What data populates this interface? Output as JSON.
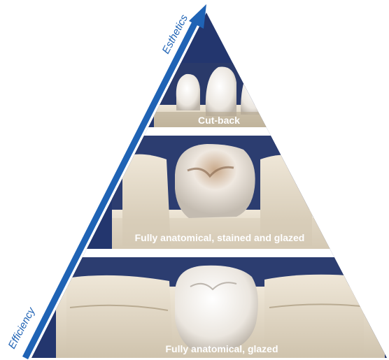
{
  "colors": {
    "background": "#ffffff",
    "pyramid_navy": "#23366e",
    "arrow_blue": "#1f63b5",
    "label_text": "#ffffff",
    "model_cream": "#e6dccb",
    "crown_white": "#f3efe9"
  },
  "axis": {
    "top_label": "Esthetics",
    "bottom_label": "Efficiency"
  },
  "tiers": [
    {
      "label": "Cut-back"
    },
    {
      "label": "Fully anatomical, stained and glazed"
    },
    {
      "label": "Fully anatomical, glazed"
    }
  ],
  "icons": [
    "arrow-up-icon"
  ]
}
